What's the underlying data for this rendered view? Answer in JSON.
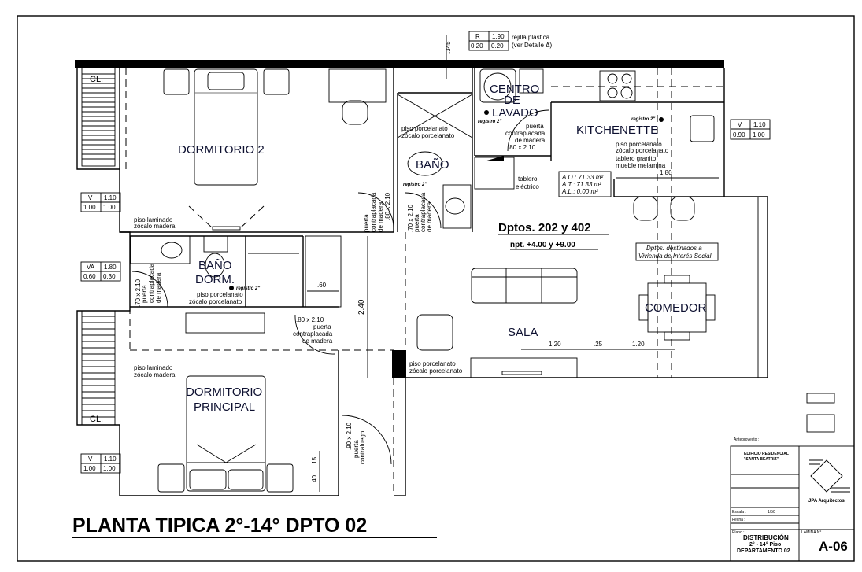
{
  "title": "PLANTA TIPICA 2°-14° DPTO 02",
  "rooms": {
    "dorm2": "DORMITORIO 2",
    "bano": "BAÑO",
    "bano_dorm_1": "BAÑO",
    "bano_dorm_2": "DORM.",
    "centro_1": "CENTRO",
    "centro_2": "DE",
    "centro_3": "LAVADO",
    "kitchenette": "KITCHENETTE",
    "sala": "SALA",
    "comedor": "COMEDOR",
    "dorm_principal_1": "DORMITORIO",
    "dorm_principal_2": "PRINCIPAL",
    "closet": "CL."
  },
  "apartment": {
    "heading": "Dptos. 202 y 402",
    "levels": "npt. +4.00 y +9.00",
    "social_1": "Dptos. destinados a",
    "social_2": "Vivienda de Interés Social",
    "area_oc": "A.O.: 71.33 m²",
    "area_t": "A.T.: 71.33 m²",
    "area_l": "A.L.:   0.00 m²"
  },
  "notes": {
    "piso_laminado": "piso laminado",
    "zocalo_madera": "zócalo madera",
    "piso_porcelanato": "piso porcelanato",
    "zocalo_porcelanato": "zócalo porcelanato",
    "registro": "registro 2\"",
    "puerta": "puerta",
    "contraplacada": "contraplacada",
    "de_madera": "de madera",
    "contrafuego": "contrafuego",
    "tablero_granito": "tablero granito",
    "mueble_melamina": "mueble melamina",
    "tablero": "tablero",
    "electrico": "eléctrico",
    "rejilla_1": "rejilla plástica",
    "rejilla_2": "(ver Detalle Δ)",
    "door_80": ".80 x 2.10",
    "door_70": ".70 x 2.10",
    "door_90": ".90 x 2.10"
  },
  "dimensions": {
    "d345": ".345",
    "d180": "1.80",
    "d60": ".60",
    "d240": "2.40",
    "d120a": "1.20",
    "d25": ".25",
    "d120b": "1.20",
    "d40": ".40",
    "d15": ".15"
  },
  "window_tables": [
    {
      "type": "R",
      "h": "1.90",
      "a": "0.20",
      "b": "0.20"
    },
    {
      "type": "V",
      "h": "1.10",
      "a": "0.90",
      "b": "1.00"
    },
    {
      "type": "V",
      "h": "1.10",
      "a": "1.00",
      "b": "1.00"
    },
    {
      "type": "VA",
      "h": "1.80",
      "a": "0.60",
      "b": "0.30"
    },
    {
      "type": "V",
      "h": "1.10",
      "a": "1.00",
      "b": "1.00"
    }
  ],
  "title_block": {
    "project_1": "EDIFICIO RESIDENCIAL",
    "project_2": "\"SANTA BEATRIZ\"",
    "firm": "JPA Arquitectos",
    "plano_label": "Plano :",
    "plano_1": "DISTRIBUCIÓN",
    "plano_2": "2° - 14° Piso",
    "plano_3": "DEPARTAMENTO 02",
    "lamina_label": "LAMINA N° :",
    "sheet": "A-06",
    "escala_label": "Escala :",
    "escala": "1/50",
    "fecha_label": "Fecha :",
    "anteproyecto": "Anteproyecto :"
  }
}
